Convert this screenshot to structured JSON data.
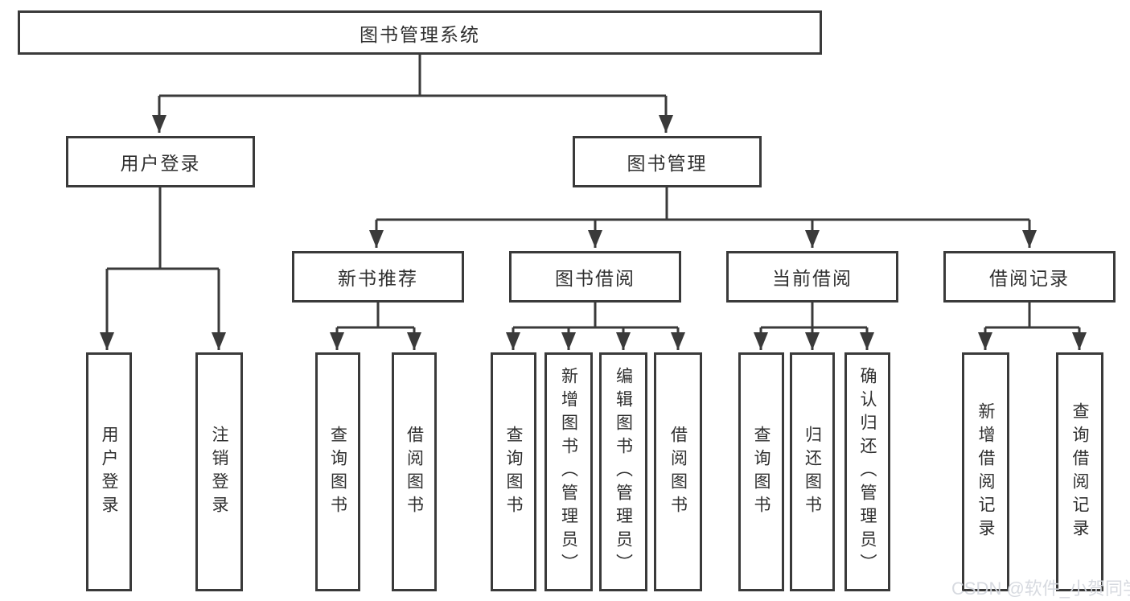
{
  "diagram": {
    "root": {
      "label": "图书管理系统",
      "children": [
        {
          "label": "用户登录",
          "children": [
            {
              "label": "用户登录"
            },
            {
              "label": "注销登录"
            }
          ]
        },
        {
          "label": "图书管理",
          "children": [
            {
              "label": "新书推荐",
              "children": [
                {
                  "label": "查询图书"
                },
                {
                  "label": "借阅图书"
                }
              ]
            },
            {
              "label": "图书借阅",
              "children": [
                {
                  "label": "查询图书"
                },
                {
                  "label": "新增图书（管理员）"
                },
                {
                  "label": "编辑图书（管理员）"
                },
                {
                  "label": "借阅图书"
                }
              ]
            },
            {
              "label": "当前借阅",
              "children": [
                {
                  "label": "查询图书"
                },
                {
                  "label": "归还图书"
                },
                {
                  "label": "确认归还（管理员）"
                }
              ]
            },
            {
              "label": "借阅记录",
              "children": [
                {
                  "label": "新增借阅记录"
                },
                {
                  "label": "查询借阅记录"
                }
              ]
            }
          ]
        }
      ]
    },
    "line_color": "#3a3a3a",
    "watermark": "CSDN @软件_小贺同学"
  }
}
